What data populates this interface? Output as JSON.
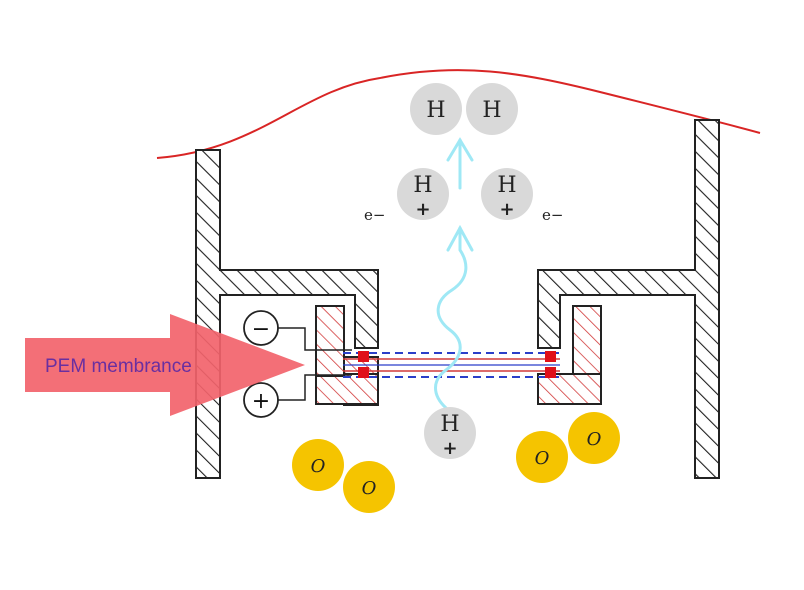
{
  "labels": {
    "pem": "PEM membrance",
    "hydrogen": "H",
    "oxygen": "O",
    "electron": "e−",
    "plus": "+",
    "minus": "−"
  },
  "colors": {
    "hydrogen_atom": "#d9d9d9",
    "oxygen_atom": "#f5c400",
    "arrow": "#f2636b",
    "hatch": "#222222",
    "red_hatch": "#d23a3a",
    "membrane_dash": "#2b3fc9",
    "flow": "#9fe8f5",
    "curve": "#d92525"
  }
}
